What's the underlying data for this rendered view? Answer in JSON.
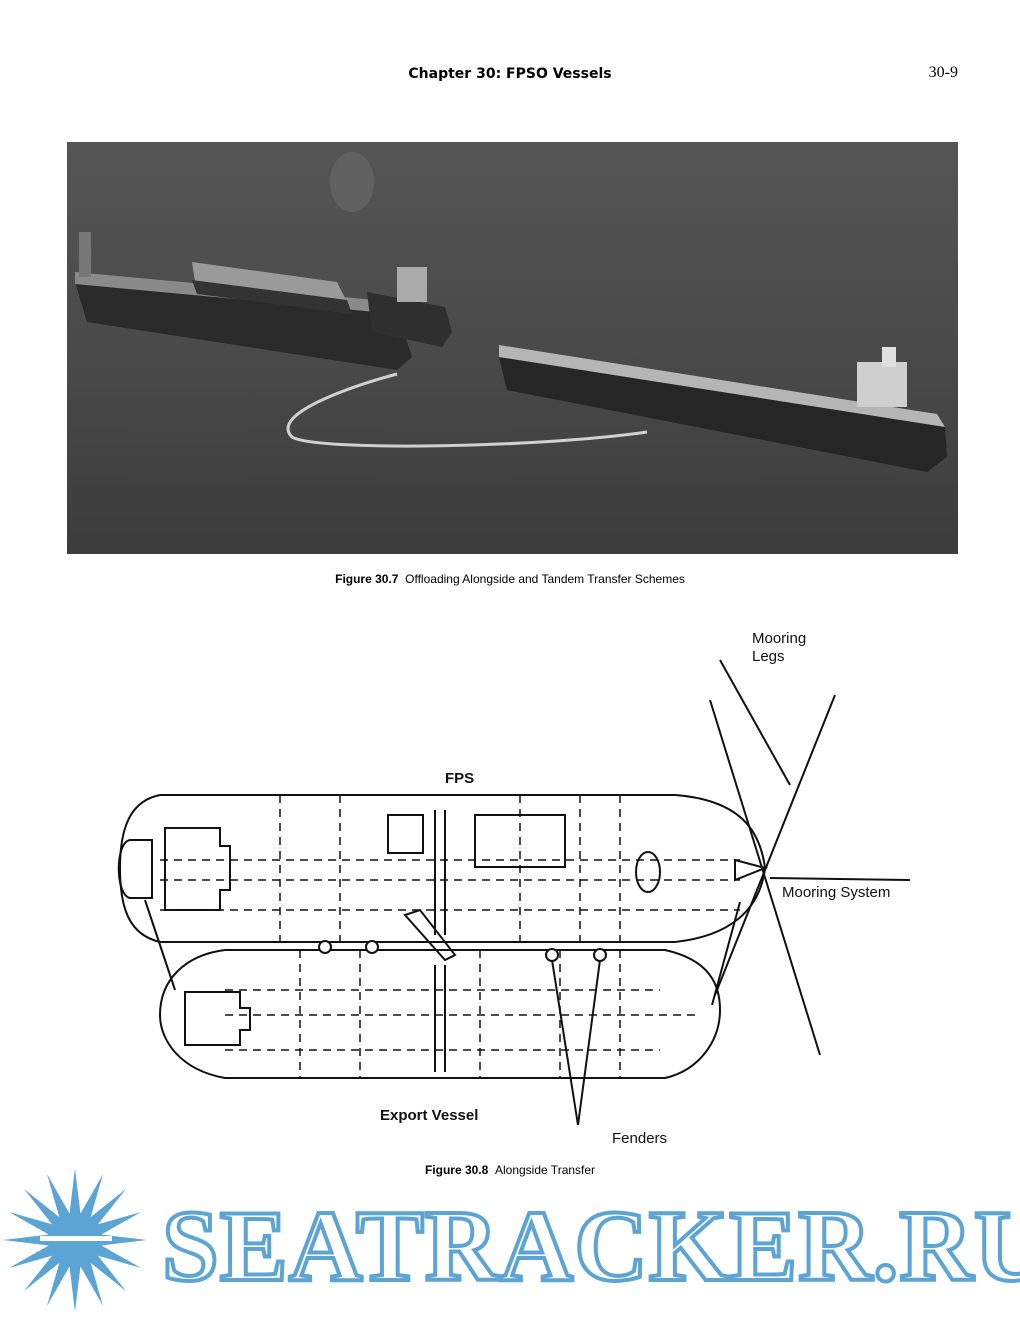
{
  "header": {
    "chapter_title": "Chapter 30: FPSO Vessels",
    "page_number": "30-9"
  },
  "figure_30_7": {
    "label": "Figure 30.7",
    "caption": "Offloading Alongside and Tandem Transfer Schemes"
  },
  "figure_30_8": {
    "label": "Figure 30.8",
    "caption": "Alongside Transfer",
    "labels": {
      "mooring_legs_1": "Mooring",
      "mooring_legs_2": "Legs",
      "fps": "FPS",
      "mooring_system": "Mooring System",
      "export_vessel": "Export Vessel",
      "fenders": "Fenders"
    }
  },
  "watermark": {
    "text": "SEATRACKER.RU",
    "icon": "sun-logo-icon",
    "color": "#5ba4d4"
  }
}
